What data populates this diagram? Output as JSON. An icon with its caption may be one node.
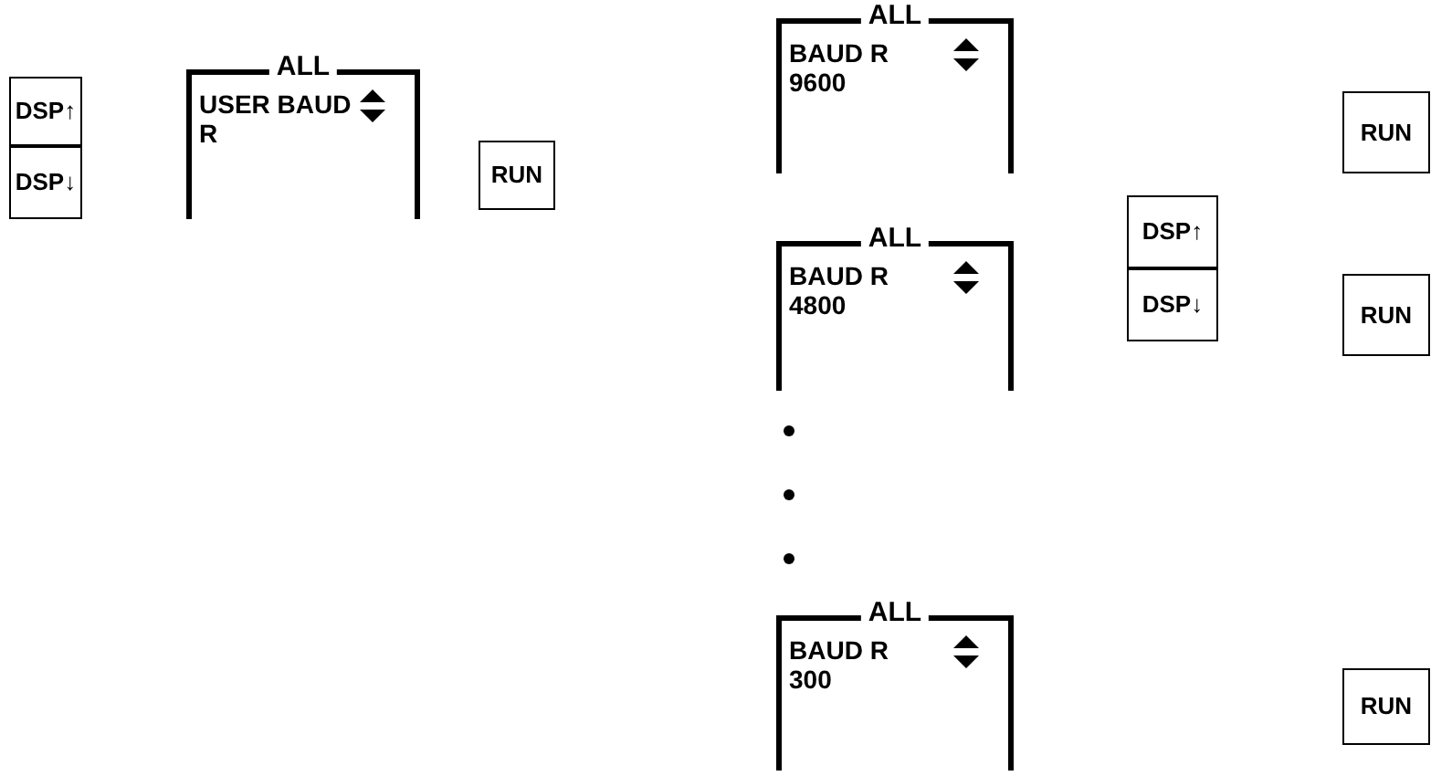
{
  "diagram": {
    "nodes": [
      {
        "text": [
          "DSP↑"
        ]
      },
      {
        "text": [
          "DSP↓"
        ]
      },
      {
        "text": [
          "ALL",
          "USER BAUD R"
        ]
      },
      {
        "text": [
          "RUN"
        ]
      },
      {
        "text": [
          "ALL",
          "BAUD R",
          "9600"
        ]
      },
      {
        "text": [
          "RUN"
        ]
      },
      {
        "text": [
          "ALL",
          "BAUD R",
          "4800"
        ]
      },
      {
        "text": [
          "DSP↑"
        ]
      },
      {
        "text": [
          "DSP↓"
        ]
      },
      {
        "text": [
          "RUN"
        ]
      },
      {
        "text": [
          "ALL",
          "BAUD R",
          "300"
        ]
      },
      {
        "text": [
          "RUN"
        ]
      }
    ]
  }
}
